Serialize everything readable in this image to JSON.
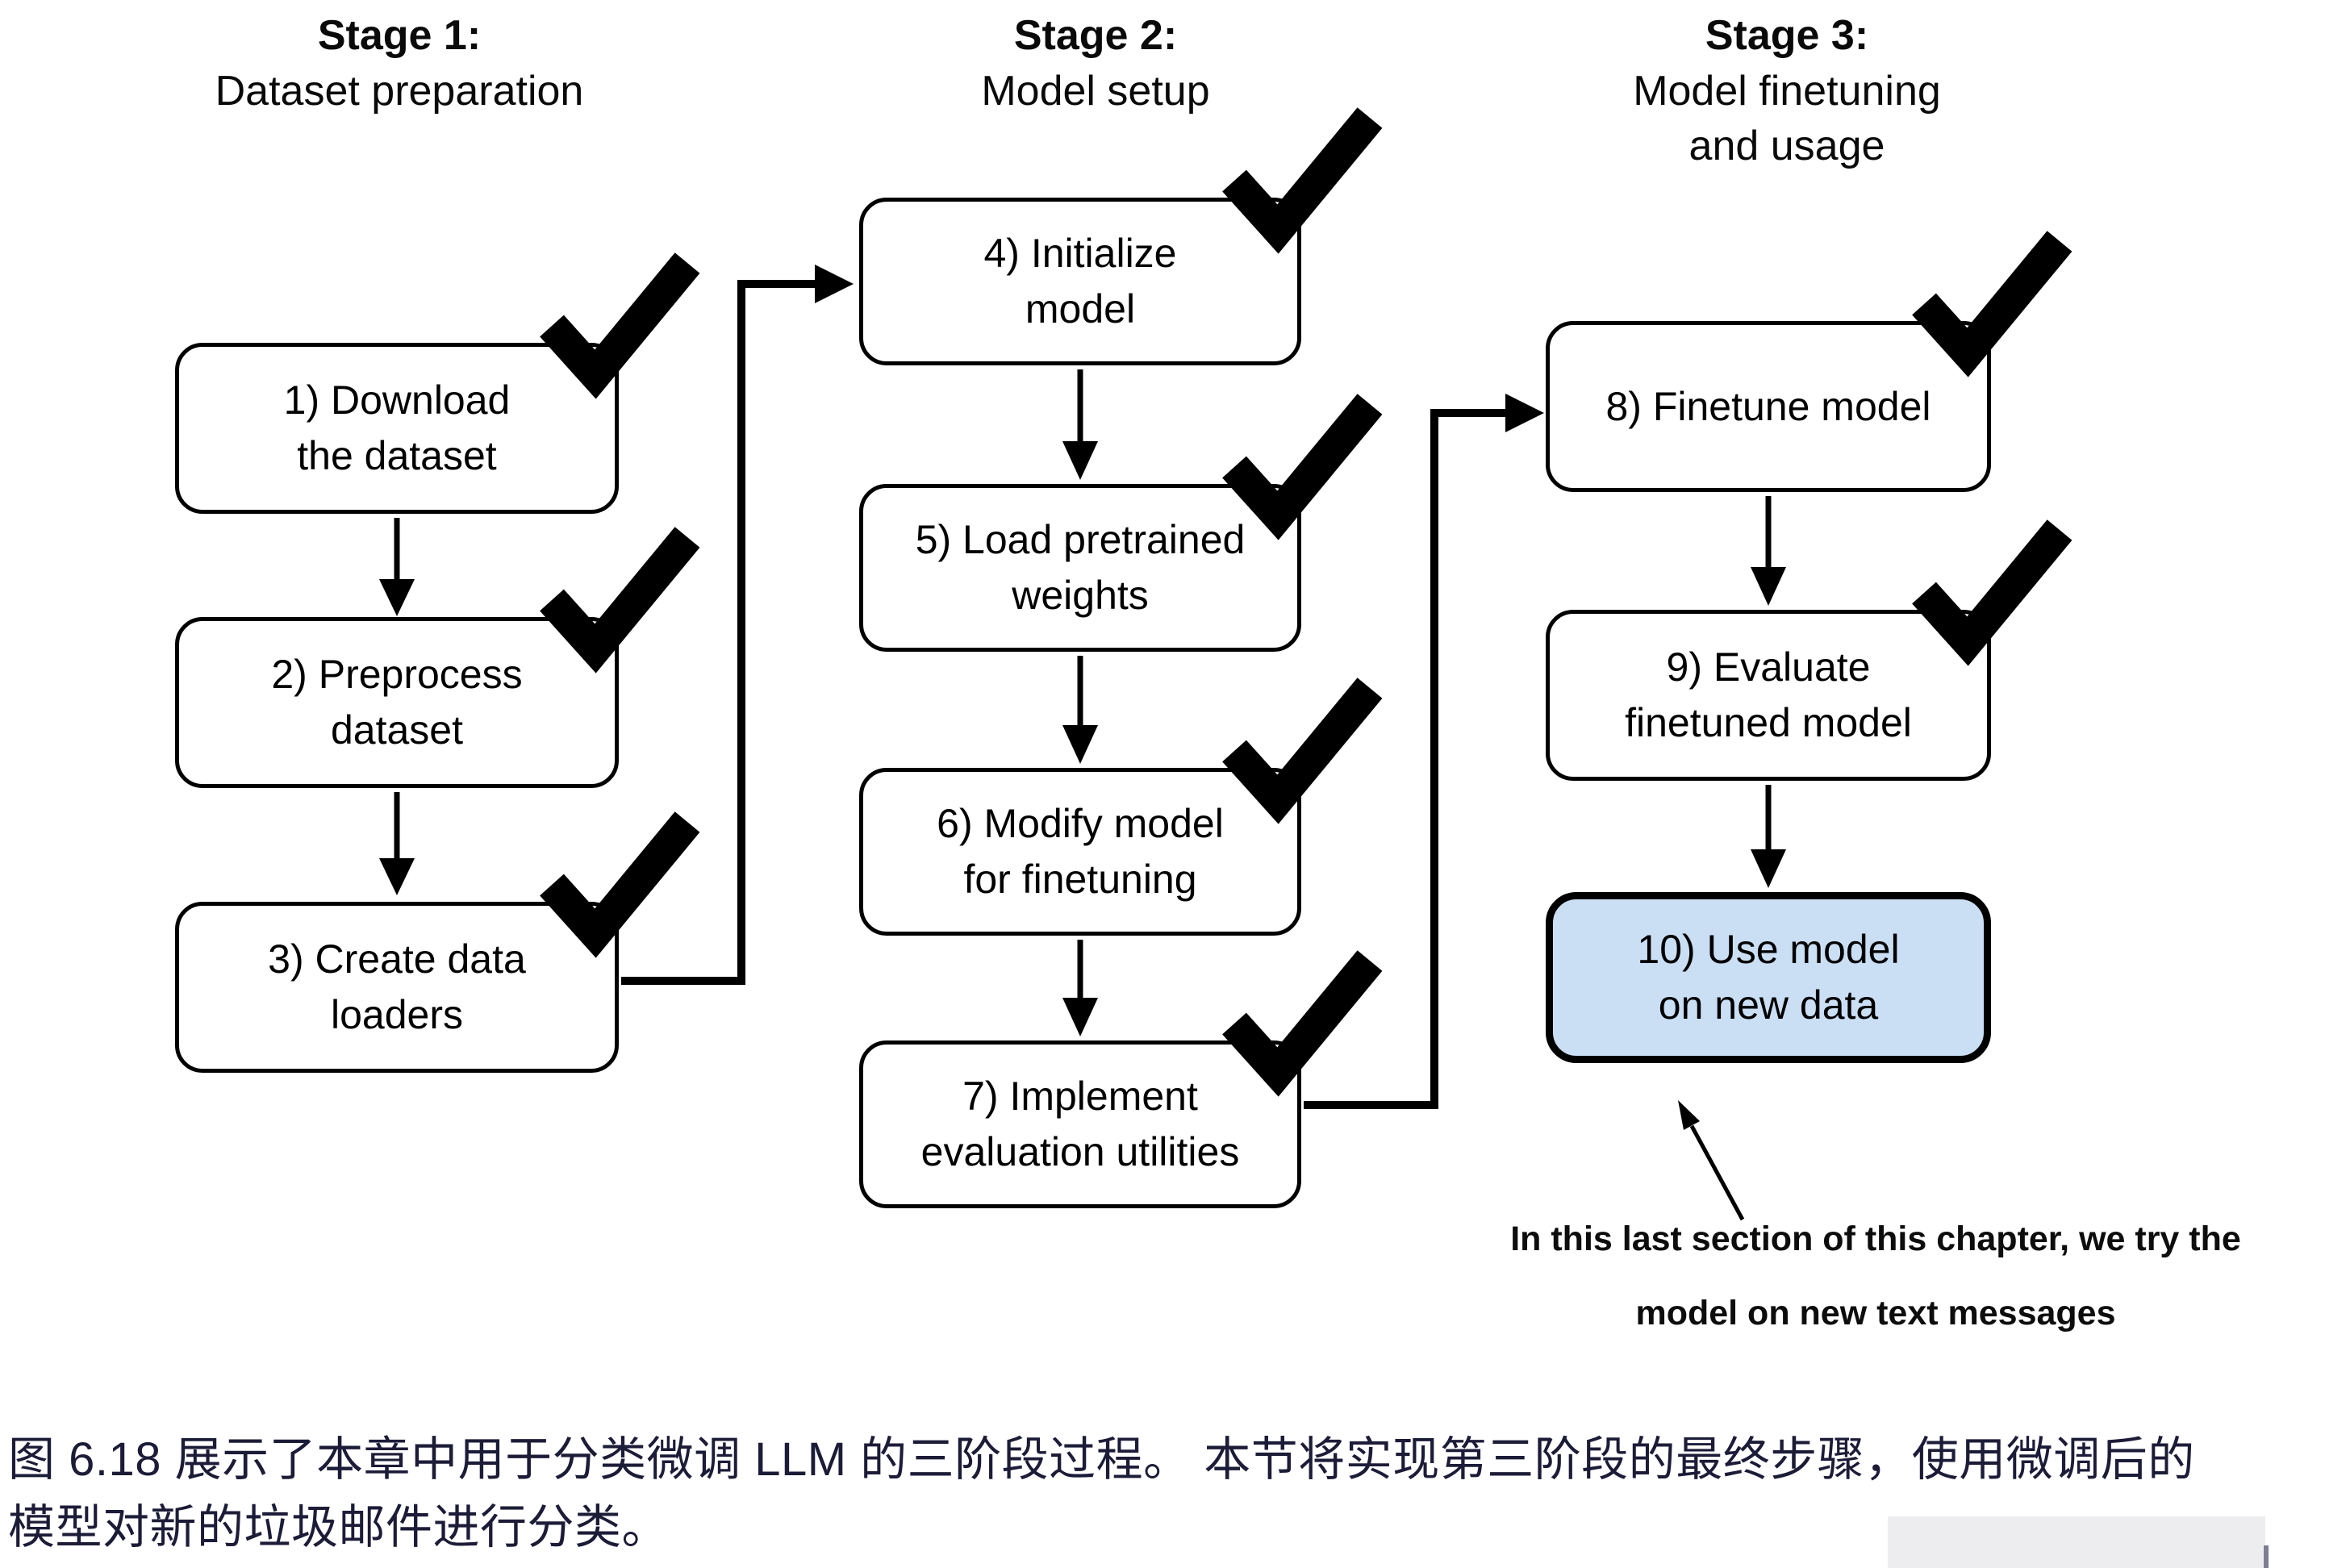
{
  "colors": {
    "box_fill": "#ffffff",
    "box_border": "#000000",
    "highlight_box_fill": "#cadef4",
    "caption_text": "#1c1c38"
  },
  "stages": {
    "stage1": {
      "title": "Stage 1:",
      "subtitle": "Dataset preparation"
    },
    "stage2": {
      "title": "Stage 2:",
      "subtitle": "Model setup"
    },
    "stage3": {
      "title": "Stage 3:",
      "subtitle_line1": "Model finetuning",
      "subtitle_line2": "and usage"
    }
  },
  "boxes": {
    "b1": {
      "line1": "1) Download",
      "line2": "the dataset",
      "done": true
    },
    "b2": {
      "line1": "2) Preprocess",
      "line2": "dataset",
      "done": true
    },
    "b3": {
      "line1": "3) Create data",
      "line2": "loaders",
      "done": true
    },
    "b4": {
      "line1": "4) Initialize",
      "line2": "model",
      "done": true
    },
    "b5": {
      "line1": "5) Load pretrained",
      "line2": "weights",
      "done": true
    },
    "b6": {
      "line1": "6) Modify model",
      "line2": "for finetuning",
      "done": true
    },
    "b7": {
      "line1": "7) Implement",
      "line2": "evaluation utilities",
      "done": true
    },
    "b8": {
      "line1": "8) Finetune model",
      "done": true
    },
    "b9": {
      "line1": "9) Evaluate",
      "line2": "finetuned model",
      "done": true
    },
    "b10": {
      "line1": "10) Use model",
      "line2": "on new data",
      "done": false
    }
  },
  "annotation": {
    "line1": "In this last section of this chapter, we try the",
    "line2": "model on new text messages"
  },
  "caption": {
    "line1": "图 6.18 展示了本章中用于分类微调 LLM 的三阶段过程。 本节将实现第三阶段的最终步骤，使用微调后的",
    "line2": "模型对新的垃圾邮件进行分类。"
  }
}
